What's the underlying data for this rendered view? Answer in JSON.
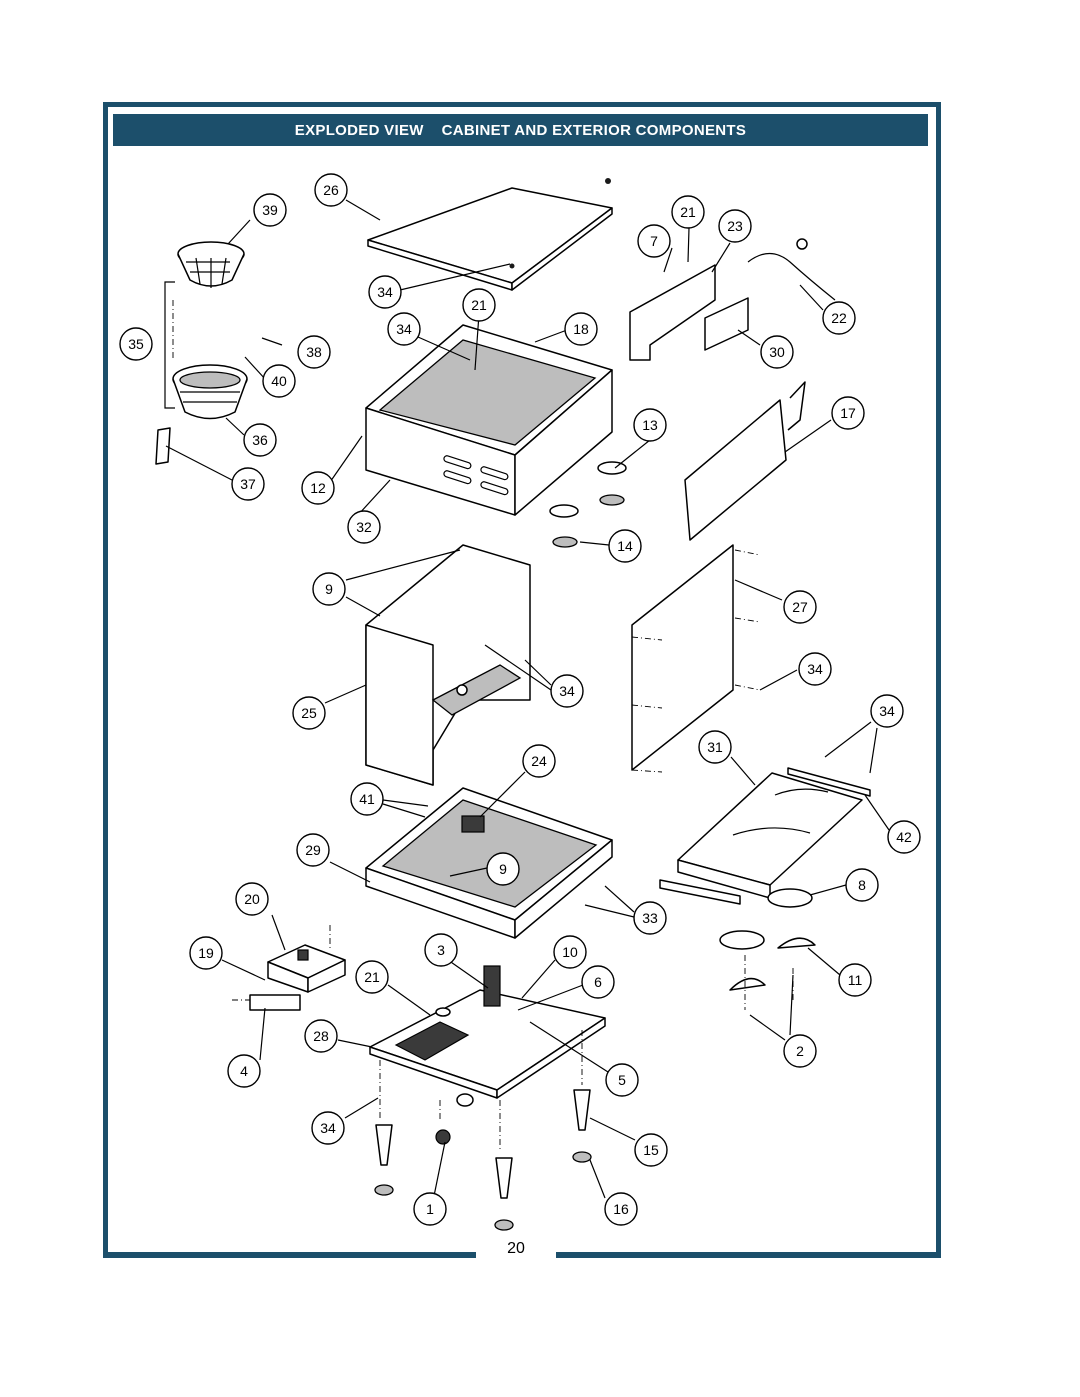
{
  "header": {
    "title": "EXPLODED VIEW    CABINET AND EXTERIOR COMPONENTS"
  },
  "footer": {
    "page_number": "20"
  },
  "colors": {
    "frame": "#1c4f6b",
    "title_text": "#ffffff"
  },
  "callouts": {
    "c1": "1",
    "c2": "2",
    "c3": "3",
    "c4": "4",
    "c5": "5",
    "c6": "6",
    "c7": "7",
    "c8": "8",
    "c9a": "9",
    "c9b": "9",
    "c10": "10",
    "c11": "11",
    "c12": "12",
    "c13": "13",
    "c14": "14",
    "c15": "15",
    "c16": "16",
    "c17": "17",
    "c18": "18",
    "c19": "19",
    "c20": "20",
    "c21a": "21",
    "c21b": "21",
    "c21c": "21",
    "c22": "22",
    "c23": "23",
    "c24": "24",
    "c25": "25",
    "c26": "26",
    "c27": "27",
    "c28": "28",
    "c29": "29",
    "c30": "30",
    "c31": "31",
    "c32": "32",
    "c33": "33",
    "c34a": "34",
    "c34b": "34",
    "c34c": "34",
    "c34d": "34",
    "c34e": "34",
    "c34f": "34",
    "c35": "35",
    "c36": "36",
    "c37": "37",
    "c38": "38",
    "c39": "39",
    "c40": "40",
    "c41": "41",
    "c42": "42"
  }
}
